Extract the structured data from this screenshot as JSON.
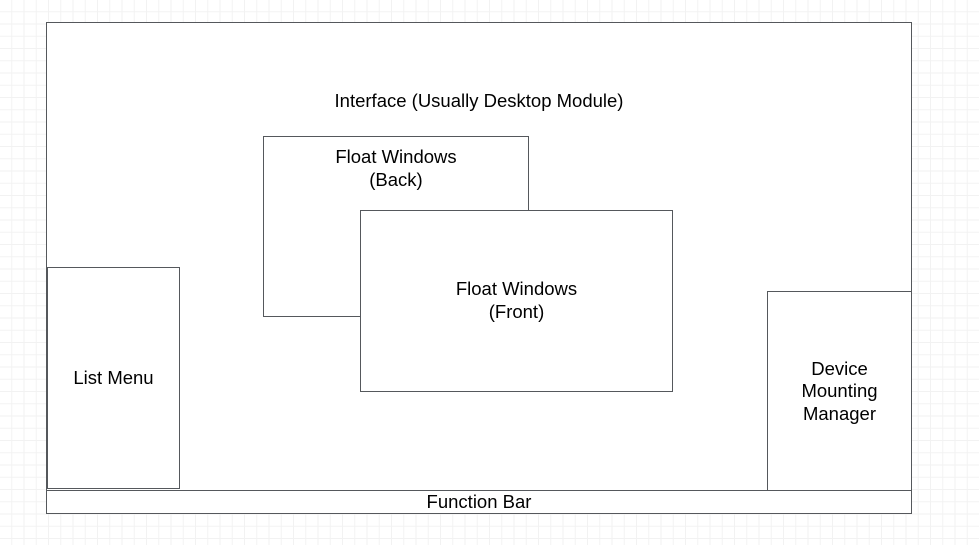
{
  "diagram": {
    "title": "Interface (Usually Desktop Module)",
    "background": {
      "grid_color_minor": "#f2f2f2",
      "grid_color_major": "#e8e8e8",
      "canvas_color": "#ffffff"
    },
    "style": {
      "node_border_color": "#55585c",
      "node_fill_color": "#ffffff",
      "text_color": "#000000"
    },
    "nodes": [
      {
        "id": "interface-container",
        "label": "Interface (Usually Desktop Module)",
        "role": "outer-container",
        "label_position": "top-center"
      },
      {
        "id": "list-menu",
        "label": "List Menu",
        "role": "panel",
        "label_position": "center"
      },
      {
        "id": "float-window-back",
        "label": "Float Windows\n(Back)",
        "role": "floating-window",
        "stacking": "back",
        "label_position": "top-center"
      },
      {
        "id": "float-window-front",
        "label": "Float Windows\n(Front)",
        "role": "floating-window",
        "stacking": "front",
        "label_position": "center"
      },
      {
        "id": "device-mounting-manager",
        "label": "Device\nMounting\nManager",
        "role": "panel",
        "label_position": "center"
      },
      {
        "id": "function-bar",
        "label": "Function Bar",
        "role": "bar",
        "label_position": "center"
      }
    ]
  }
}
